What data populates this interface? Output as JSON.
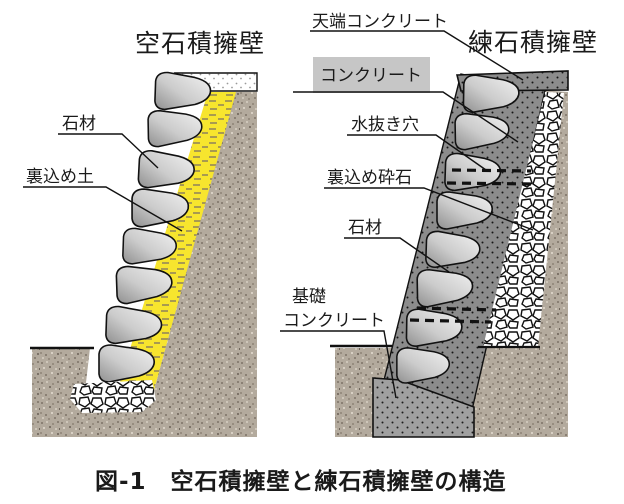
{
  "figure": {
    "caption": "図-1　空石積擁壁と練石積擁壁の構造"
  },
  "left_diagram": {
    "title": "空石積擁壁",
    "labels": {
      "stone": "石材",
      "backfill_soil": "裏込め土"
    }
  },
  "right_diagram": {
    "title": "練石積擁壁",
    "labels": {
      "crown_concrete": "天端コンクリート",
      "concrete": "コンクリート",
      "drain_hole": "水抜き穴",
      "backfill_crushed_stone": "裏込め砕石",
      "stone": "石材",
      "foundation_line1": "基礎",
      "foundation_line2": "コンクリート"
    }
  },
  "colors": {
    "backfill_yellow": "#f7e52e",
    "soil_brown": "#b3aa9d",
    "wall_concrete_gray": "#8c8c8c",
    "foundation_concrete_gray": "#a0a0a0",
    "concrete_label_box": "#c6c6c6",
    "stone_light": "#efefef",
    "stone_dark": "#8f8f8f",
    "line_black": "#111111"
  }
}
